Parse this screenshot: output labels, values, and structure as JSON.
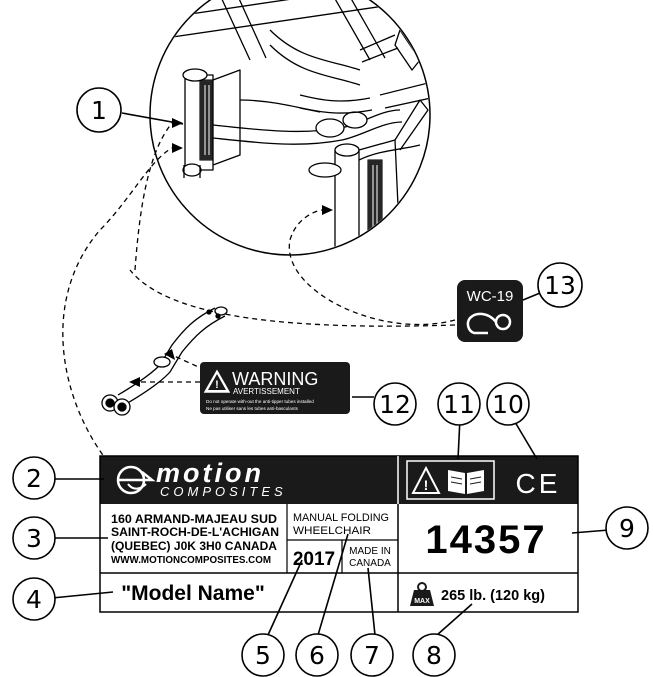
{
  "label": {
    "brand_name": "motion",
    "brand_sub": "COMPOSITES",
    "address_lines": [
      "160 ARMAND-MAJEAU SUD",
      "SAINT-ROCH-DE-L'ACHIGAN",
      "(QUEBEC) J0K 3H0 CANADA",
      "WWW.MOTIONCOMPOSITES.COM"
    ],
    "product_lines": [
      "MANUAL FOLDING",
      "WHEELCHAIR"
    ],
    "year": "2017",
    "made_in_lines": [
      "MADE IN",
      "CANADA"
    ],
    "serial": "14357",
    "model_name": "\"Model Name\"",
    "max_weight_icon_text": "MAX",
    "max_weight": "265 lb. (120 kg)",
    "ce_mark": "CE"
  },
  "warning_sticker": {
    "title": "WARNING",
    "subtitle": "AVERTISSEMENT",
    "line_en": "Do not operate with-out the anti-tipper tubes installed",
    "line_fr": "Ne pas utiliser sans les tubes anti-basculants"
  },
  "wc19_sticker": {
    "text": "WC-19"
  },
  "callouts": [
    "1",
    "2",
    "3",
    "4",
    "5",
    "6",
    "7",
    "8",
    "9",
    "10",
    "11",
    "12",
    "13"
  ],
  "colors": {
    "ink": "#000000",
    "label_bg": "#1a1a1a",
    "paper": "#ffffff"
  }
}
